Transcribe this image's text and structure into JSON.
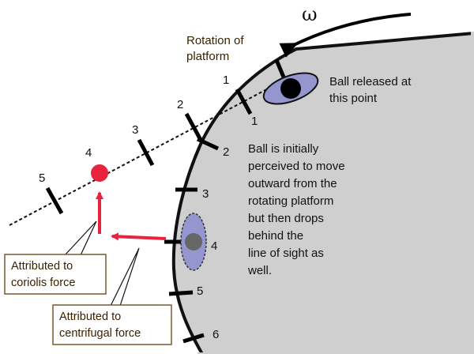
{
  "omega_symbol": "ω",
  "rotation_label": [
    "Rotation of",
    "platform"
  ],
  "release_label": [
    "Ball released at",
    "this point"
  ],
  "description": [
    "Ball is initially",
    "perceived to move",
    "outward from the",
    "rotating platform",
    "but then drops",
    "behind the",
    "line of sight as",
    "well."
  ],
  "coriolis_box": [
    "Attributed to",
    "coriolis force"
  ],
  "centrifugal_box": [
    "Attributed to",
    "centrifugal force"
  ],
  "platform_marks": [
    "1",
    "2",
    "3",
    "4",
    "5",
    "6"
  ],
  "sightline_marks": [
    "1",
    "2",
    "3",
    "4",
    "5"
  ],
  "colors": {
    "platform": "#cfcfcf",
    "arrow_red": "#e8233f",
    "ball_red": "#e8233f",
    "smear": "#9595cf",
    "box_border": "#7a5a2a"
  }
}
